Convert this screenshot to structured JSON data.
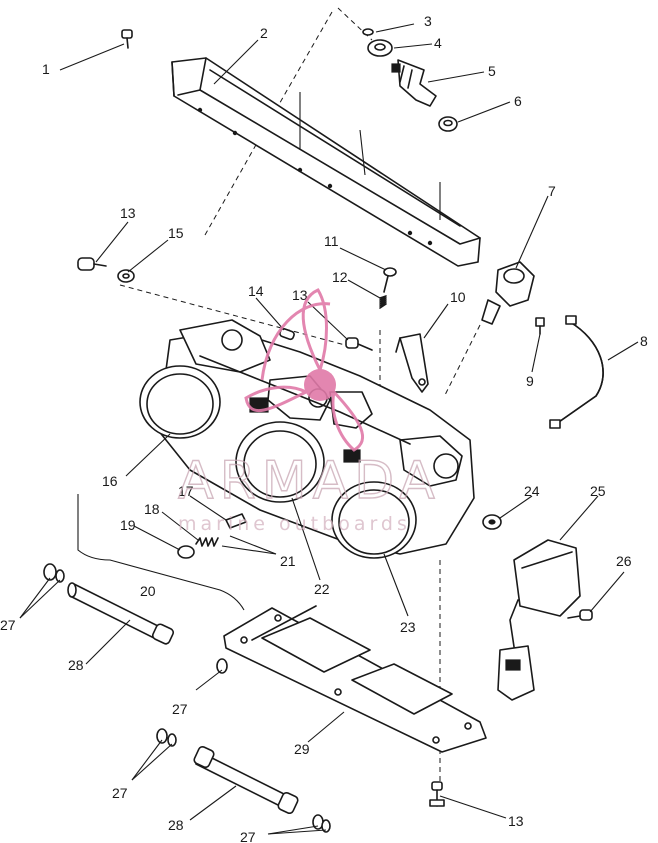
{
  "watermark": {
    "brand": "ARMADA",
    "tagline": "marine outboards",
    "color": "#e07aa8"
  },
  "callouts": [
    "1",
    "2",
    "3",
    "4",
    "5",
    "6",
    "7",
    "8",
    "9",
    "10",
    "11",
    "12",
    "13",
    "13",
    "13",
    "14",
    "15",
    "16",
    "17",
    "18",
    "19",
    "20",
    "21",
    "22",
    "23",
    "24",
    "25",
    "26",
    "27",
    "27",
    "27",
    "27",
    "28",
    "28",
    "29"
  ]
}
